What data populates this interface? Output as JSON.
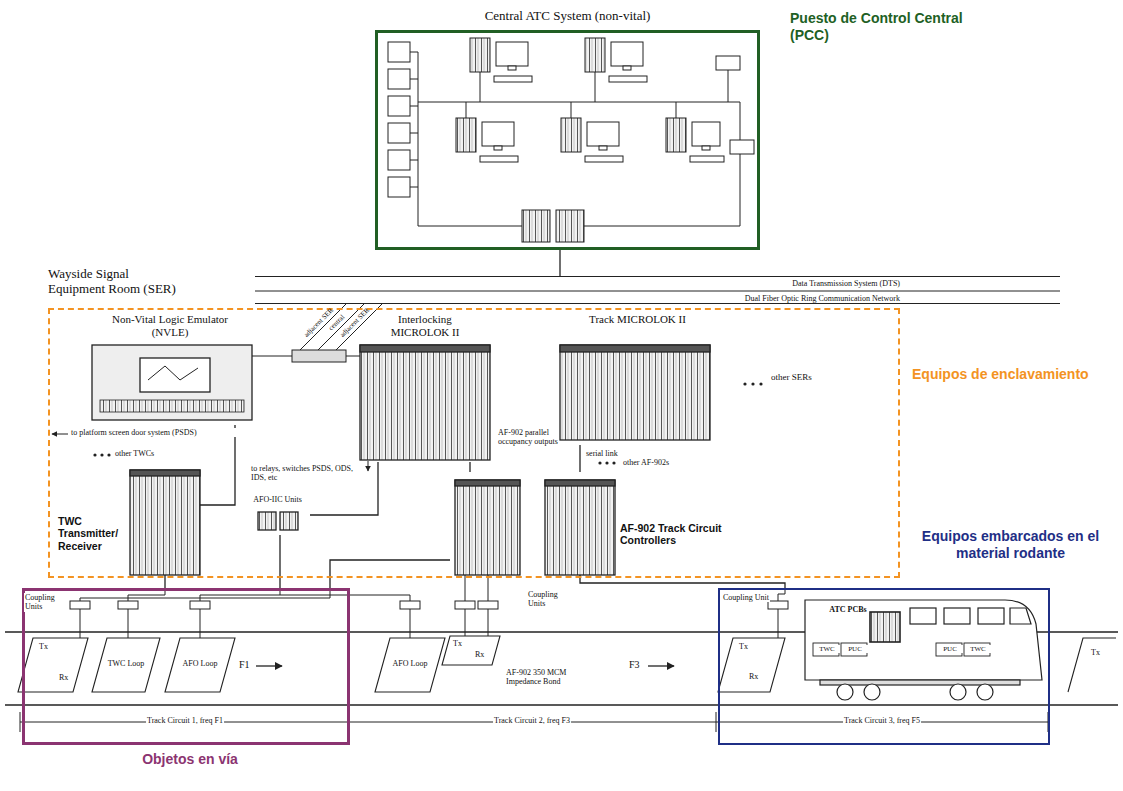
{
  "diagram": {
    "nodes": [
      {
        "text": [
          "Central ATC System (non-vital)",
          "Puesto de Control Central (PCC)"
        ]
      },
      {
        "text": [
          "Data Transmission System (DTS)",
          "Dual Fiber Optic Ring Communication Network"
        ]
      },
      {
        "text": [
          "Wayside Signal Equipment Room (SER)",
          "Equipos de enclavamiento"
        ]
      },
      {
        "text": [
          "Non-Vital Logic Emulator (NVLE)"
        ],
        "in": 2
      },
      {
        "text": [
          "Interlocking MICROLOK II"
        ],
        "in": 2
      },
      {
        "text": [
          "Track MICROLOK II"
        ],
        "in": 2
      },
      {
        "text": [
          "TWC Transmitter/ Receiver"
        ],
        "in": 2
      },
      {
        "text": [
          "AFO-IIC Units"
        ],
        "in": 2
      },
      {
        "text": [
          "AF-902 Track Circuit Controllers"
        ],
        "in": 2
      },
      {
        "text": [
          "Objetos en vía"
        ]
      },
      {
        "text": [
          "Equipos embarcados en el material rodante"
        ]
      },
      {
        "text": [
          "ATC PCBs"
        ],
        "in": 10
      }
    ],
    "edges": [
      {
        "from": 0,
        "to": 1,
        "arrow": "none"
      },
      {
        "from": 3,
        "to": 6,
        "arrow": "none"
      },
      {
        "from": 4,
        "to": 8,
        "arrow": "none"
      },
      {
        "from": 5,
        "to": 8,
        "arrow": "none"
      },
      {
        "from": 4,
        "to": 7,
        "arrow": "none"
      },
      {
        "from": 6,
        "to": 9,
        "arrow": "none"
      },
      {
        "from": 7,
        "to": 9,
        "arrow": "none"
      },
      {
        "from": 8,
        "to": 9,
        "arrow": "none"
      },
      {
        "from": 8,
        "to": 10,
        "arrow": "none"
      }
    ],
    "labels": [
      "adjacent SER",
      "central",
      "adjacent SER",
      "to platform screen door system (PSDS)",
      "to relays, switches PSDS, ODS, IDS, etc",
      "AF-902 parallel occupancy outputs",
      "other SERs",
      "other TWCs",
      "serial link",
      "other AF-902s",
      "Coupling Units",
      "Coupling Units",
      "Coupling Unit",
      "Tx",
      "Rx",
      "TWC Loop",
      "AFO Loop",
      "F1",
      "AFO Loop",
      "Tx",
      "Rx",
      "AF-902 350 MCM Impedance Bond",
      "F3",
      "Tx",
      "Rx",
      "Tx",
      "Track Circuit 1, freq F1",
      "Track Circuit 2, freq F3",
      "Track Circuit 3, freq F5",
      "TWC",
      "PUC",
      "PUC",
      "TWC"
    ]
  }
}
